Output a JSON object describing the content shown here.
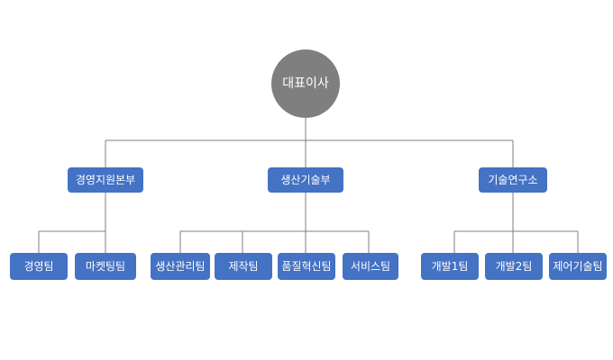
{
  "org_chart": {
    "root": {
      "label": "대표이사",
      "color": "#7f7f7f"
    },
    "node_color": "#4472c4",
    "line_color": "#7f7f7f",
    "divisions": [
      {
        "label": "경영지원본부",
        "teams": [
          "경영팀",
          "마켓팅팀"
        ]
      },
      {
        "label": "생산기술부",
        "teams": [
          "생산관리팀",
          "제작팀",
          "품질혁신팀",
          "서비스팀"
        ]
      },
      {
        "label": "기술연구소",
        "teams": [
          "개발1팀",
          "개발2팀",
          "제어기술팀"
        ]
      }
    ]
  }
}
